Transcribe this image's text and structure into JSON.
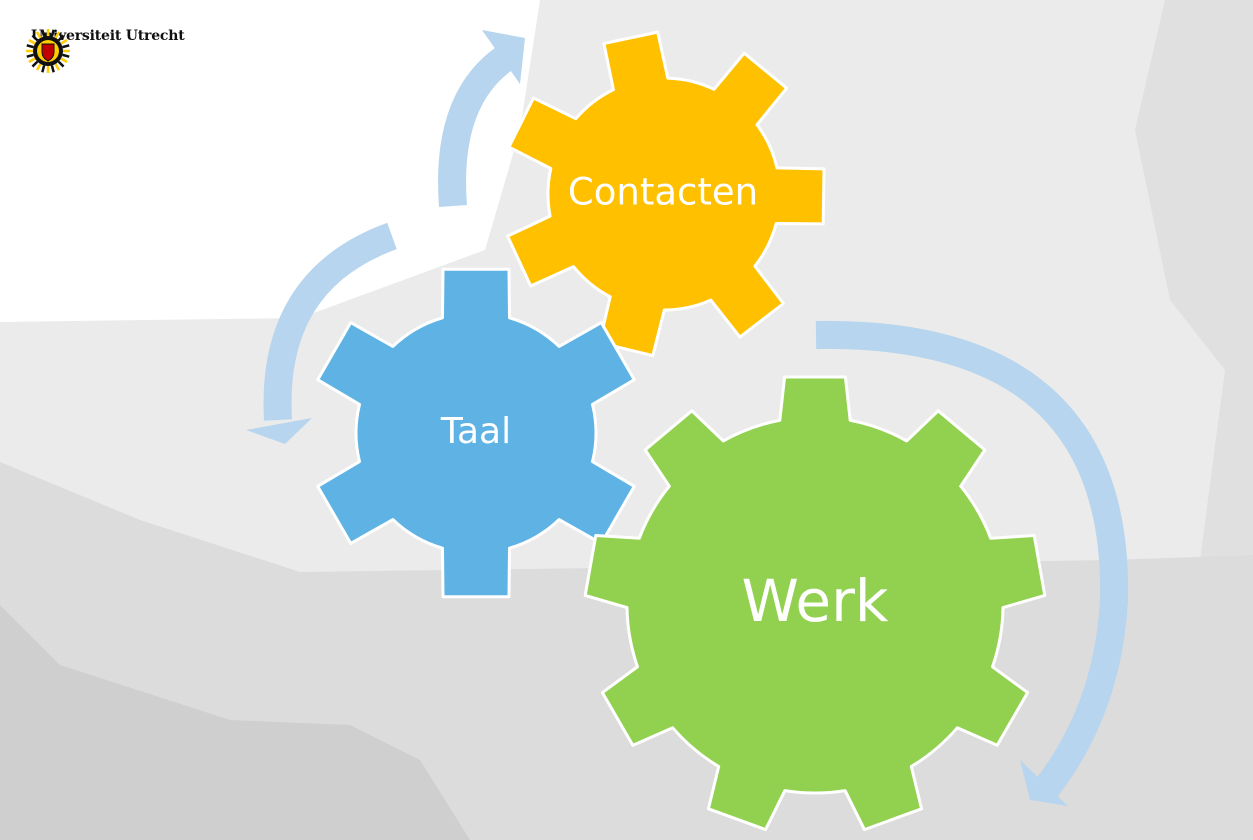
{
  "logo": {
    "text": "Universiteit Utrecht",
    "icon": "sun-seal-icon"
  },
  "gears": {
    "contacten": {
      "label": "Contacten",
      "color": "#FFC000"
    },
    "taal": {
      "label": "Taal",
      "color": "#5EB3E4"
    },
    "werk": {
      "label": "Werk",
      "color": "#92D050"
    }
  },
  "colors": {
    "arrow": "#B7D5EE",
    "map_light": "#EBEBEB",
    "map_mid": "#DDDDDD",
    "map_dark": "#CFCFCF"
  }
}
